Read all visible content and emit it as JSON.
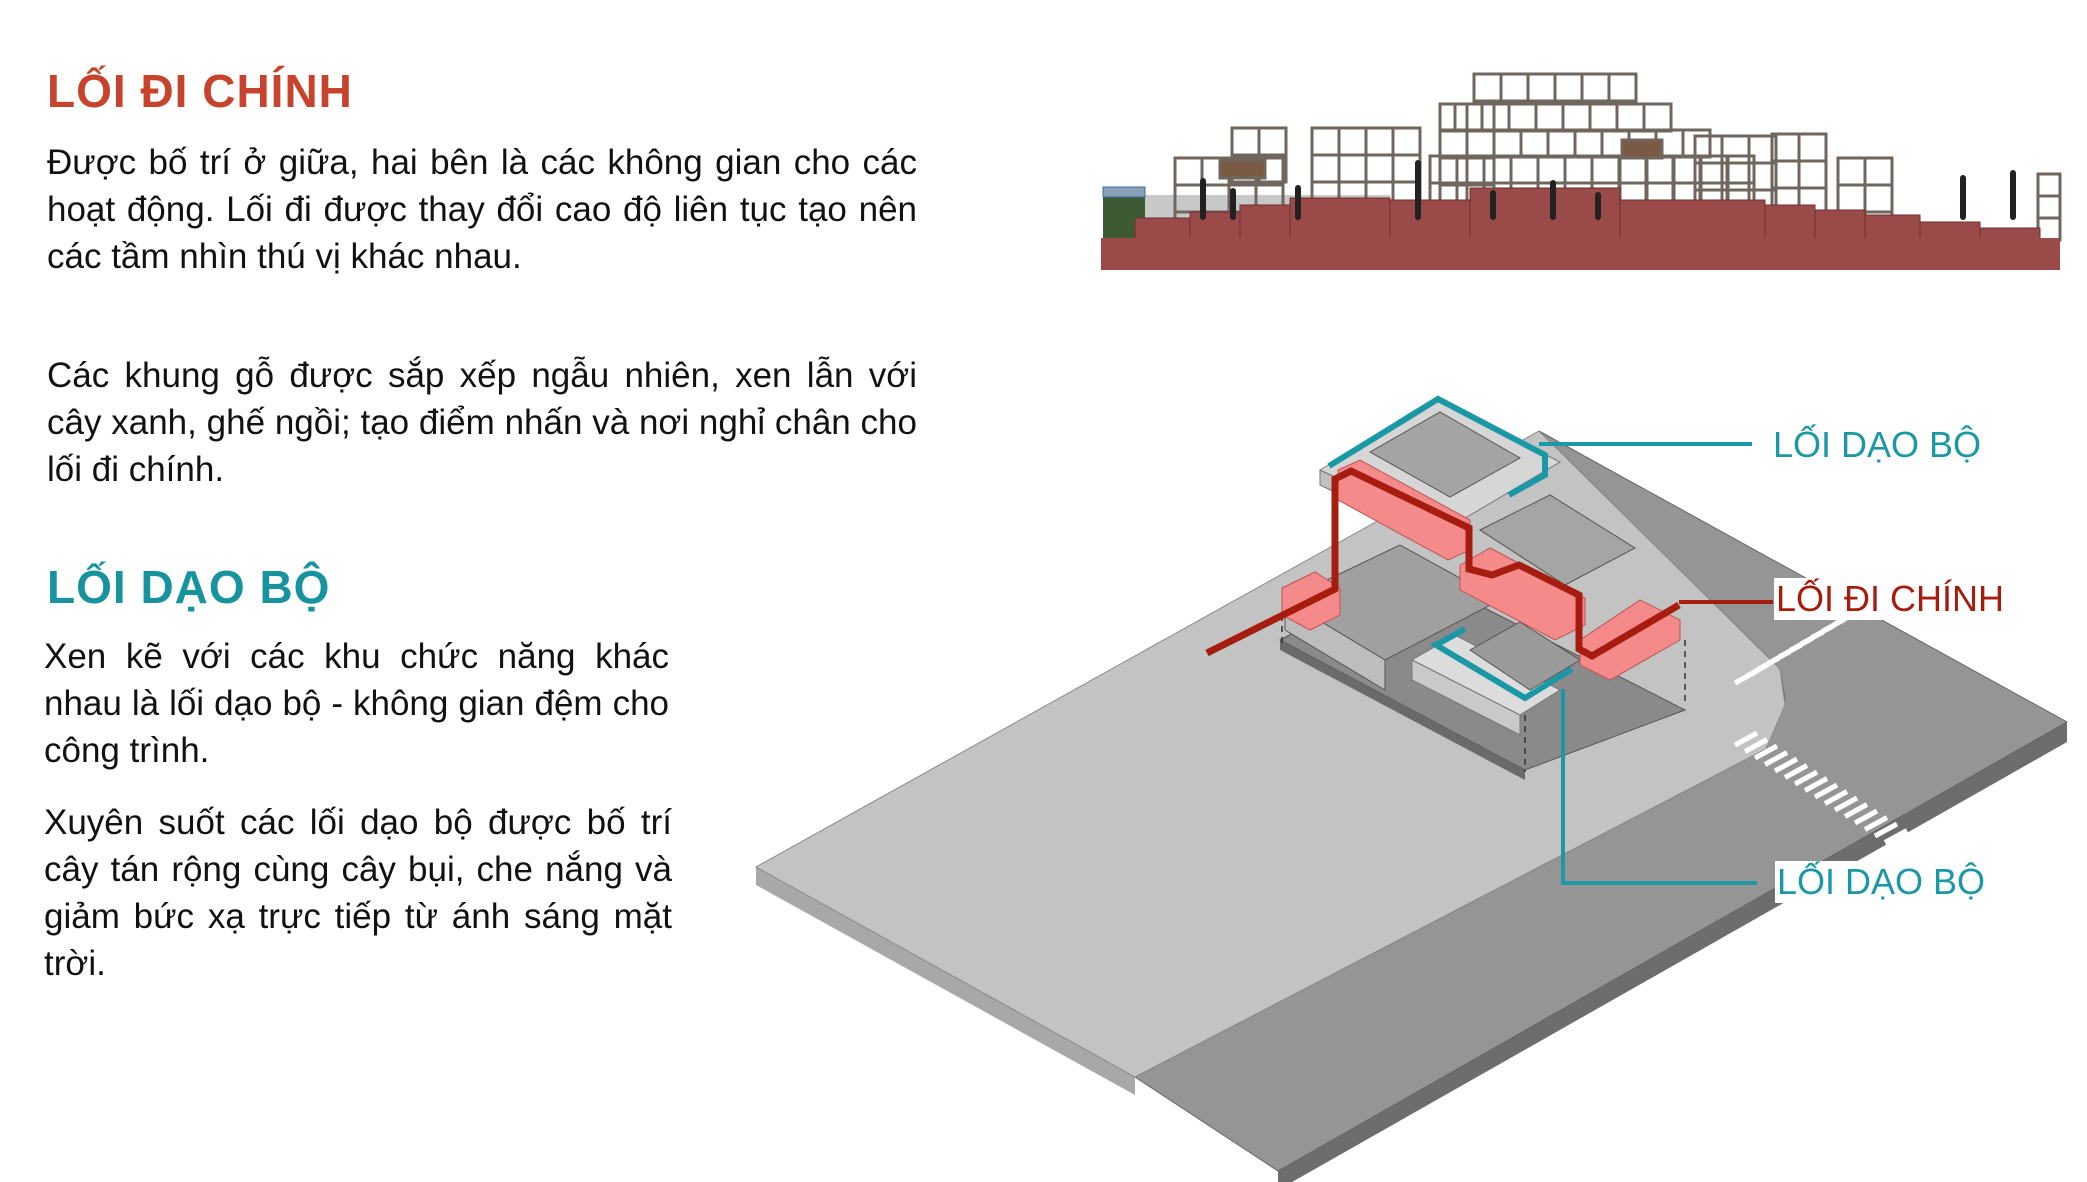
{
  "sections": [
    {
      "heading": "LỐI ĐI CHÍNH",
      "paragraphs": [
        "Được bố trí ở giữa, hai bên là các không gian cho các hoạt động. Lối đi được thay đổi cao độ liên tục tạo nên các tầm nhìn thú vị khác nhau.",
        "Các khung gỗ được sắp xếp ngẫu nhiên, xen lẫn với cây xanh, ghế ngồi; tạo điểm nhấn và nơi nghỉ chân cho lối đi chính."
      ]
    },
    {
      "heading": "LỐI DẠO BỘ",
      "paragraphs": [
        "Xen kẽ với các khu chức năng khác nhau là lối dạo bộ - không gian đệm cho công trình.",
        "Xuyên suốt các lối dạo bộ được bố trí cây tán rộng cùng cây bụi, che nắng và giảm bức xạ trực tiếp từ ánh sáng mặt trời."
      ]
    }
  ],
  "diagram": {
    "labels": {
      "walkway_top": "LỐI DẠO BỘ",
      "main_path": "LỐI ĐI CHÍNH",
      "walkway_bottom": "LỐI DẠO BỘ"
    }
  },
  "colors": {
    "main_path": "#a61d0f",
    "walkway": "#1b98a6",
    "heading_main": "#c8432b",
    "heading_walkway": "#17939f",
    "elevation_base": "#9b4a4a"
  }
}
